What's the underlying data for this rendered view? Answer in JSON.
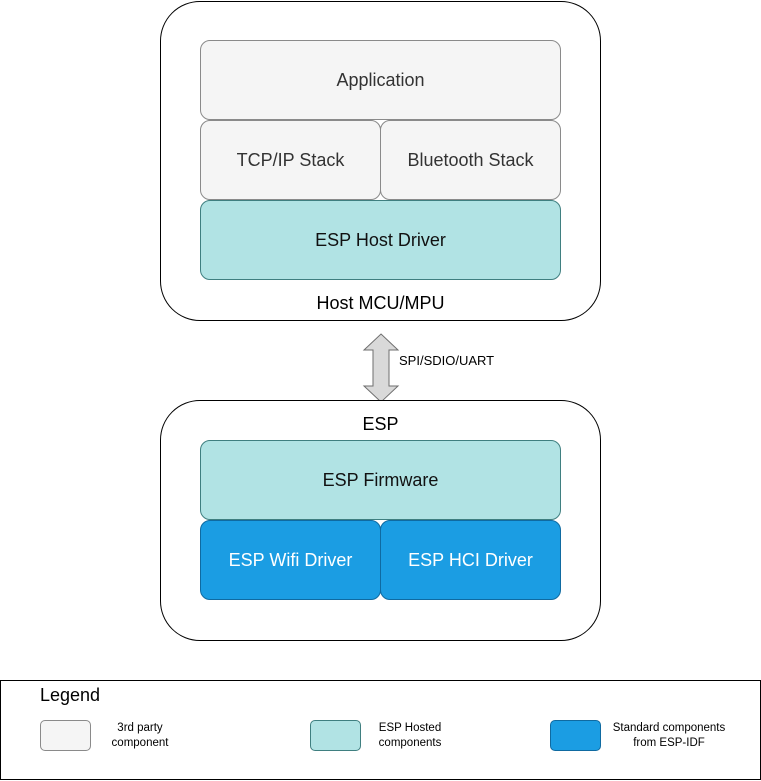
{
  "host": {
    "title": "Host MCU/MPU",
    "application": "Application",
    "tcp_ip_stack": "TCP/IP Stack",
    "bluetooth_stack": "Bluetooth Stack",
    "host_driver": "ESP Host Driver"
  },
  "link": {
    "label": "SPI/SDIO/UART"
  },
  "esp": {
    "title": "ESP",
    "firmware": "ESP Firmware",
    "wifi_driver": "ESP Wifi Driver",
    "hci_driver": "ESP HCI Driver"
  },
  "legend": {
    "title": "Legend",
    "items": [
      {
        "label": "3rd party\ncomponent",
        "color": "#f5f5f5"
      },
      {
        "label": "ESP Hosted\ncomponents",
        "color": "#b1e3e4"
      },
      {
        "label": "Standard components\nfrom ESP-IDF",
        "color": "#1b9de3"
      }
    ]
  },
  "colors": {
    "third_party": "#f5f5f5",
    "esp_hosted": "#b1e3e4",
    "esp_idf": "#1b9de3",
    "arrow_fill": "#d9d9d9"
  }
}
